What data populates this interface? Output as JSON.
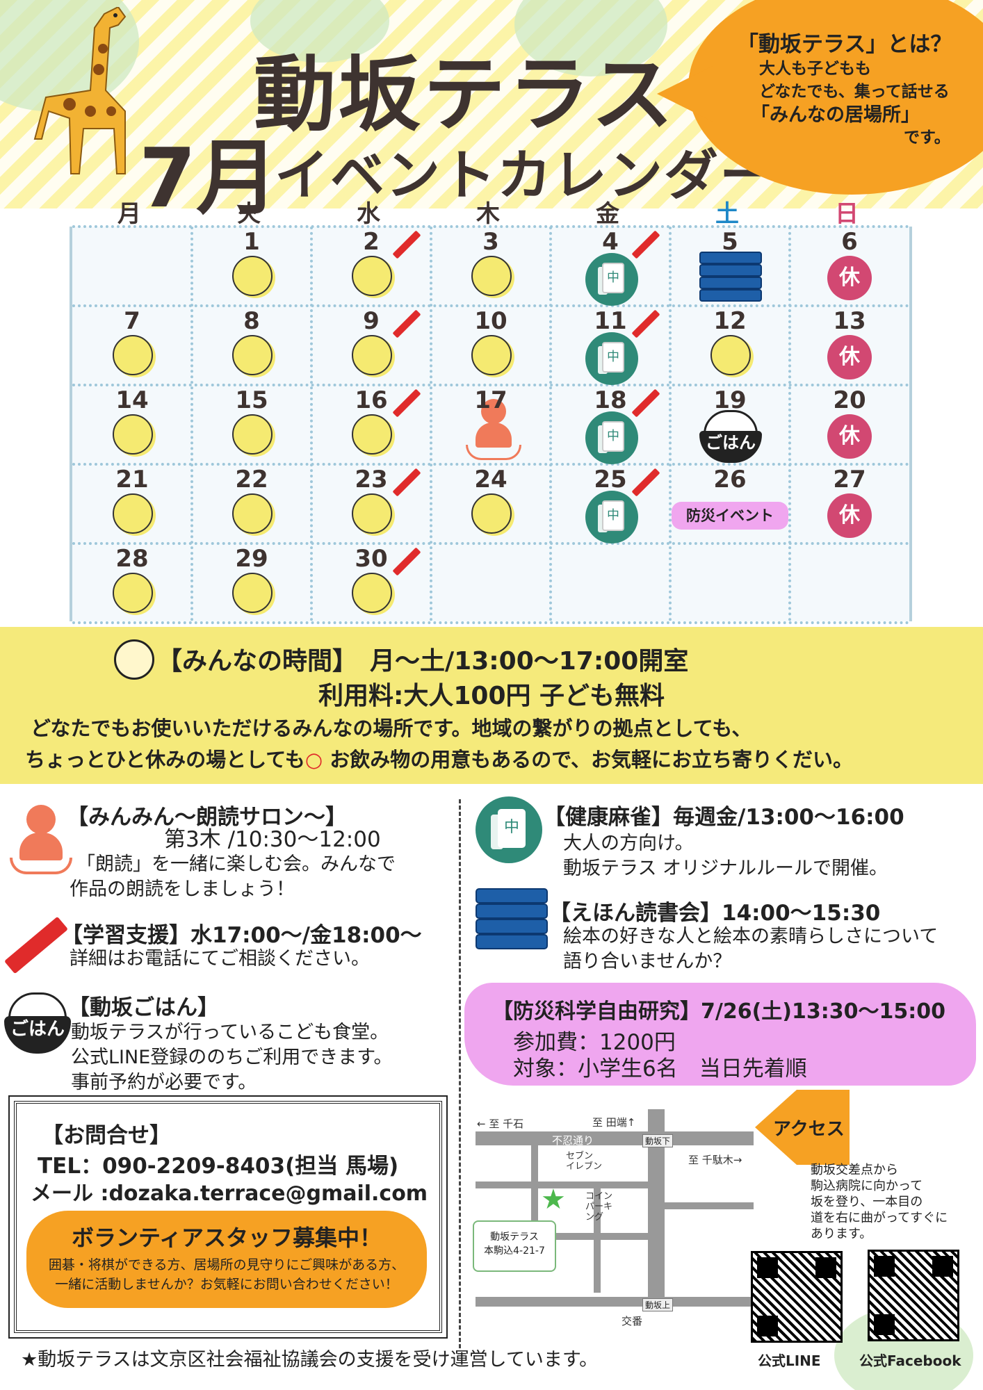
{
  "header": {
    "title": "動坂テラス",
    "month": "7月",
    "subtitle": "イベントカレンダー"
  },
  "about_bubble": {
    "heading": "「動坂テラス」とは？",
    "line1": "大人も子どもも",
    "line2": "どなたでも、集って話せる",
    "line3": "「みんなの居場所」",
    "line4": "です。"
  },
  "calendar": {
    "weekdays": [
      "月",
      "火",
      "水",
      "木",
      "金",
      "土",
      "日"
    ],
    "weekday_colors": [
      "#3e3330",
      "#3e3330",
      "#3e3330",
      "#3e3330",
      "#3e3330",
      "#1e88c7",
      "#d24872"
    ],
    "closed_label": "休",
    "gohan_label": "ごはん",
    "bousai_tag": "防災イベント",
    "mahjong_tile": "中",
    "weeks": [
      [
        {
          "day": ""
        },
        {
          "day": "1",
          "icons": [
            "circle"
          ]
        },
        {
          "day": "2",
          "icons": [
            "circle",
            "pencil"
          ]
        },
        {
          "day": "3",
          "icons": [
            "circle"
          ]
        },
        {
          "day": "4",
          "icons": [
            "mahjong",
            "pencil"
          ]
        },
        {
          "day": "5",
          "icons": [
            "books"
          ]
        },
        {
          "day": "6",
          "icons": [
            "closed"
          ]
        }
      ],
      [
        {
          "day": "7",
          "icons": [
            "circle"
          ]
        },
        {
          "day": "8",
          "icons": [
            "circle"
          ]
        },
        {
          "day": "9",
          "icons": [
            "circle",
            "pencil"
          ]
        },
        {
          "day": "10",
          "icons": [
            "circle"
          ]
        },
        {
          "day": "11",
          "icons": [
            "mahjong",
            "pencil"
          ]
        },
        {
          "day": "12",
          "icons": [
            "circle"
          ]
        },
        {
          "day": "13",
          "icons": [
            "closed"
          ]
        }
      ],
      [
        {
          "day": "14",
          "icons": [
            "circle"
          ]
        },
        {
          "day": "15",
          "icons": [
            "circle"
          ]
        },
        {
          "day": "16",
          "icons": [
            "circle",
            "pencil"
          ]
        },
        {
          "day": "17",
          "icons": [
            "reader"
          ]
        },
        {
          "day": "18",
          "icons": [
            "mahjong",
            "pencil"
          ]
        },
        {
          "day": "19",
          "icons": [
            "gohan"
          ]
        },
        {
          "day": "20",
          "icons": [
            "closed"
          ]
        }
      ],
      [
        {
          "day": "21",
          "icons": [
            "circle"
          ]
        },
        {
          "day": "22",
          "icons": [
            "circle"
          ]
        },
        {
          "day": "23",
          "icons": [
            "circle",
            "pencil"
          ]
        },
        {
          "day": "24",
          "icons": [
            "circle"
          ]
        },
        {
          "day": "25",
          "icons": [
            "mahjong",
            "pencil"
          ]
        },
        {
          "day": "26",
          "icons": [
            "bousai"
          ]
        },
        {
          "day": "27",
          "icons": [
            "closed"
          ]
        }
      ],
      [
        {
          "day": "28",
          "icons": [
            "circle"
          ]
        },
        {
          "day": "29",
          "icons": [
            "circle"
          ]
        },
        {
          "day": "30",
          "icons": [
            "circle",
            "pencil"
          ]
        },
        {
          "day": ""
        },
        {
          "day": ""
        },
        {
          "day": ""
        },
        {
          "day": ""
        }
      ]
    ]
  },
  "open_time": {
    "line1": "【みんなの時間】　月〜土/13:00〜17:00開室",
    "line2": "利用料:大人100円 子ども無料",
    "line3": "どなたでもお使いいただけるみんなの場所です。地域の繋がりの拠点としても、",
    "line4a": "ちょっとひと休みの場としても",
    "line4_mark": "○",
    "line4b": " お飲み物の用意もあるので、お気軽にお立ち寄りくだい。"
  },
  "events_left": {
    "reading": {
      "title": "【みんみん〜朗読サロン〜】",
      "schedule": "第3木 /10:30〜12:00",
      "desc1": "「朗読」を一緒に楽しむ会。みんなで",
      "desc2": "作品の朗読をしましょう！"
    },
    "study": {
      "title": "【学習支援】水17:00〜/金18:00〜",
      "desc1": "詳細はお電話にてご相談ください。"
    },
    "gohan": {
      "title": "【動坂ごはん】",
      "desc1": "動坂テラスが行っているこども食堂。",
      "desc2": "公式LINE登録ののちご利用できます。",
      "desc3": "事前予約が必要です。"
    }
  },
  "events_right": {
    "mahjong": {
      "title": "【健康麻雀】毎週金/13:00〜16:00",
      "desc1": "大人の方向け。",
      "desc2": "動坂テラス オリジナルルールで開催。"
    },
    "ehon": {
      "title": "【えほん読書会】14:00〜15:30",
      "desc1": "絵本の好きな人と絵本の素晴らしさについて",
      "desc2": "語り合いませんか？"
    },
    "bousai": {
      "title": "【防災科学自由研究】7/26(土)13:30〜15:00",
      "fee": "参加費：1200円",
      "target": "対象：小学生6名　当日先着順"
    }
  },
  "contact": {
    "title": "【お問合せ】",
    "tel": "TEL：090-2209-8403(担当 馬場)",
    "mail": "メール :dozaka.terrace@gmail.com"
  },
  "volunteer": {
    "title": "ボランティアスタッフ募集中！",
    "line1": "囲碁・将棋ができる方、居場所の見守りにご興味がある方、",
    "line2": "一緒に活動しませんか？お気軽にお問い合わせください！"
  },
  "map": {
    "to_sengoku": "← 至 千石",
    "to_tabata": "至 田端↑",
    "shinobazu": "不忍通り",
    "dozaka_shita": "動坂下",
    "to_sendagi": "至 千駄木→",
    "seven": "セブン\nイレブン",
    "coin_parking": "コイン\nパーキ\nング",
    "callout_name": "動坂テラス",
    "callout_addr": "本駒込4-21-7",
    "dozaka_ue": "動坂上",
    "koban": "交番"
  },
  "access": {
    "label": "アクセス",
    "line1": "動坂交差点から",
    "line2": "駒込病院に向かって",
    "line3": "坂を登り、一本目の",
    "line4": "道を右に曲がってすぐに",
    "line5": "あります。"
  },
  "qr": {
    "line_label": "公式LINE",
    "facebook_label": "公式Facebook"
  },
  "footer": {
    "note": "★動坂テラスは文京区社会福祉協議会の支援を受け運営しています。"
  },
  "colors": {
    "title": "#3e3330",
    "orange": "#f6a123",
    "yellow_band": "#f5ea7b",
    "pink": "#efa6ef",
    "closed_red": "#d24872",
    "mahjong_green": "#2f8a78",
    "books_blue": "#1e5fa8"
  }
}
